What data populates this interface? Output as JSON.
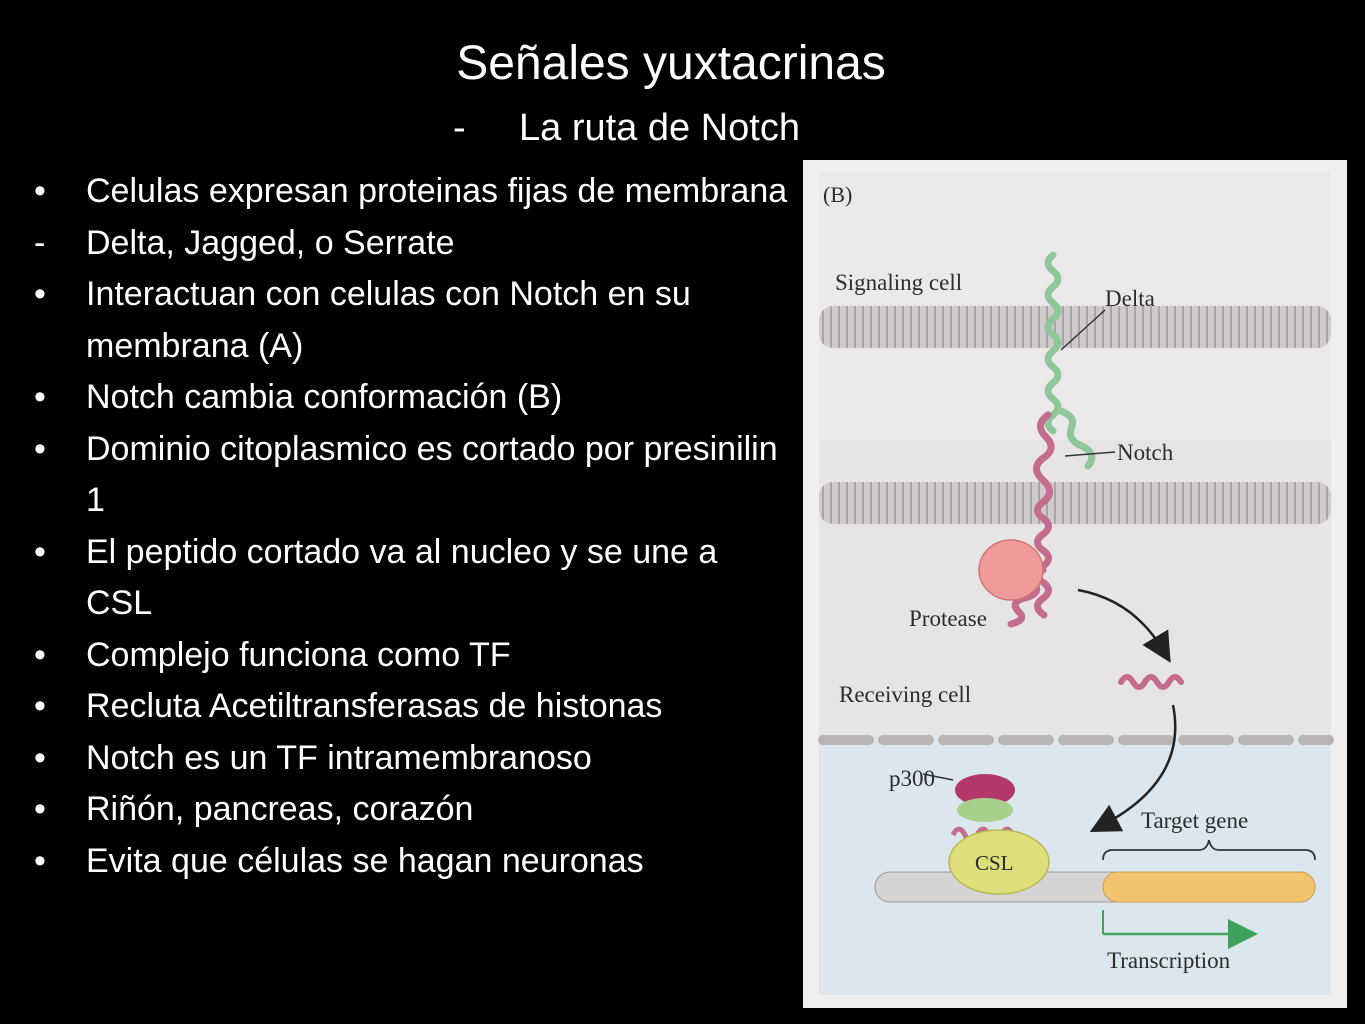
{
  "slide": {
    "title": "Señales yuxtacrinas",
    "subtitle_marker": "-",
    "subtitle": "La ruta de Notch"
  },
  "bullets": [
    {
      "marker": "•",
      "text": "Celulas expresan proteinas fijas de membrana"
    },
    {
      "marker": "-",
      "text": "Delta,  Jagged, o Serrate"
    },
    {
      "marker": "•",
      "text": "Interactuan con celulas con Notch en su membrana (A)"
    },
    {
      "marker": "•",
      "text": "Notch cambia conformación (B)"
    },
    {
      "marker": "•",
      "text": "Dominio citoplasmico es cortado por presinilin 1"
    },
    {
      "marker": "•",
      "text": "El peptido cortado va al nucleo y se une a CSL"
    },
    {
      "marker": "•",
      "text": "Complejo funciona como TF"
    },
    {
      "marker": "•",
      "text": "Recluta Acetiltransferasas de histonas"
    },
    {
      "marker": "•",
      "text": "Notch es un TF intramembranoso"
    },
    {
      "marker": "•",
      "text": "Riñón, pancreas, corazón"
    },
    {
      "marker": "•",
      "text": "Evita que células se hagan neuronas"
    }
  ],
  "figure": {
    "panel_label": "(B)",
    "labels": {
      "signaling_cell": "Signaling cell",
      "delta": "Delta",
      "notch": "Notch",
      "protease": "Protease",
      "receiving_cell": "Receiving cell",
      "p300": "p300",
      "target_gene": "Target gene",
      "csl": "CSL",
      "transcription": "Transcription"
    },
    "colors": {
      "membrane": "#bdb9bb",
      "delta": "#8fc79a",
      "notch": "#c46c8e",
      "protease": "#f09a9a",
      "p300": "#b3386a",
      "coactivator": "#a8d08d",
      "csl": "#dede7a",
      "gene": "#f3c46e",
      "arrow_green": "#3fa25a"
    }
  }
}
